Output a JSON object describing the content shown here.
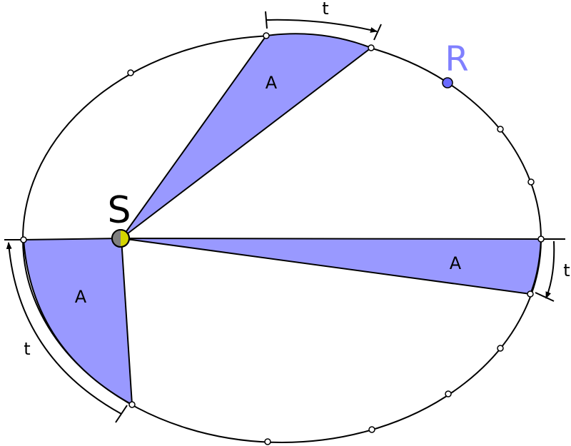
{
  "labels": {
    "sun": "S",
    "planet": "R",
    "area": "A",
    "time": "t"
  },
  "colors": {
    "sector_fill": "#9999ff",
    "planet_fill": "#6a6aff",
    "planet_label": "#8080ff",
    "sun_fill": "#d4d400",
    "sun_shade": "#7f7f7f",
    "stroke": "#000000"
  }
}
